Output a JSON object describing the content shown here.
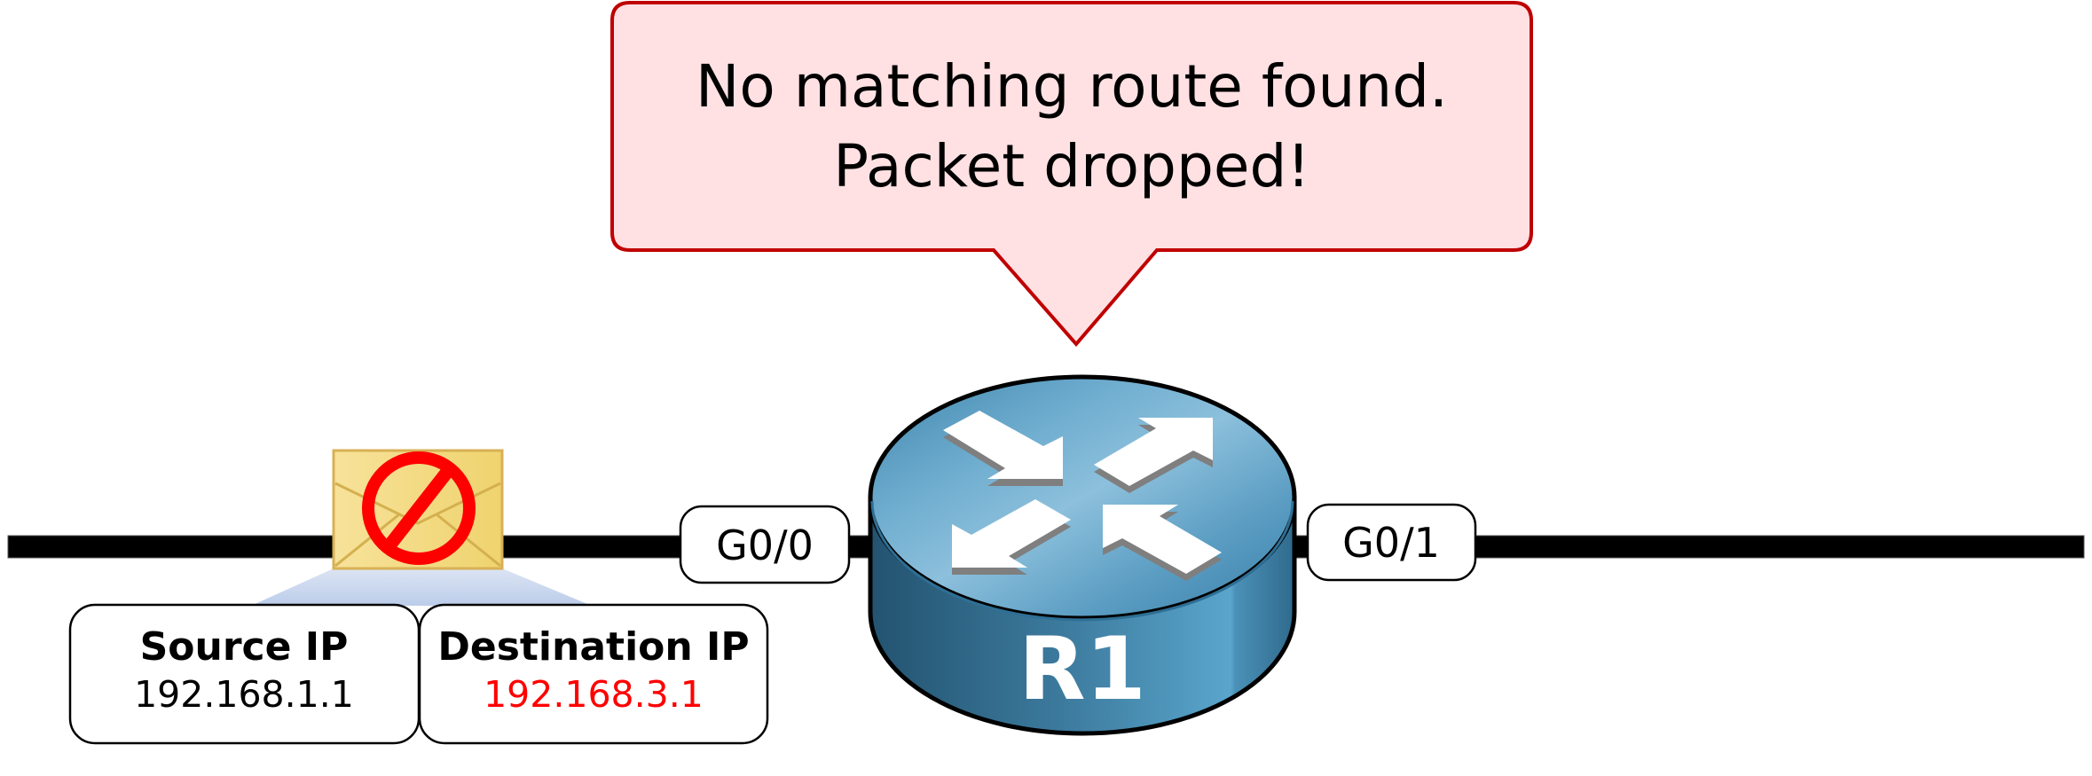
{
  "callout": {
    "line1": "No matching route found.",
    "line2": "Packet dropped!",
    "fill": "#ffe1e3",
    "stroke": "#c00000"
  },
  "router": {
    "name": "R1",
    "icon": "router-icon"
  },
  "interfaces": {
    "left": "G0/0",
    "right": "G0/1"
  },
  "packet": {
    "icon": "envelope-icon",
    "status_icon": "prohibited-icon",
    "status_color": "#ff0000",
    "source": {
      "title": "Source IP",
      "value": "192.168.1.1",
      "color": "#000000"
    },
    "destination": {
      "title": "Destination IP",
      "value": "192.168.3.1",
      "color": "#ff0000"
    }
  }
}
